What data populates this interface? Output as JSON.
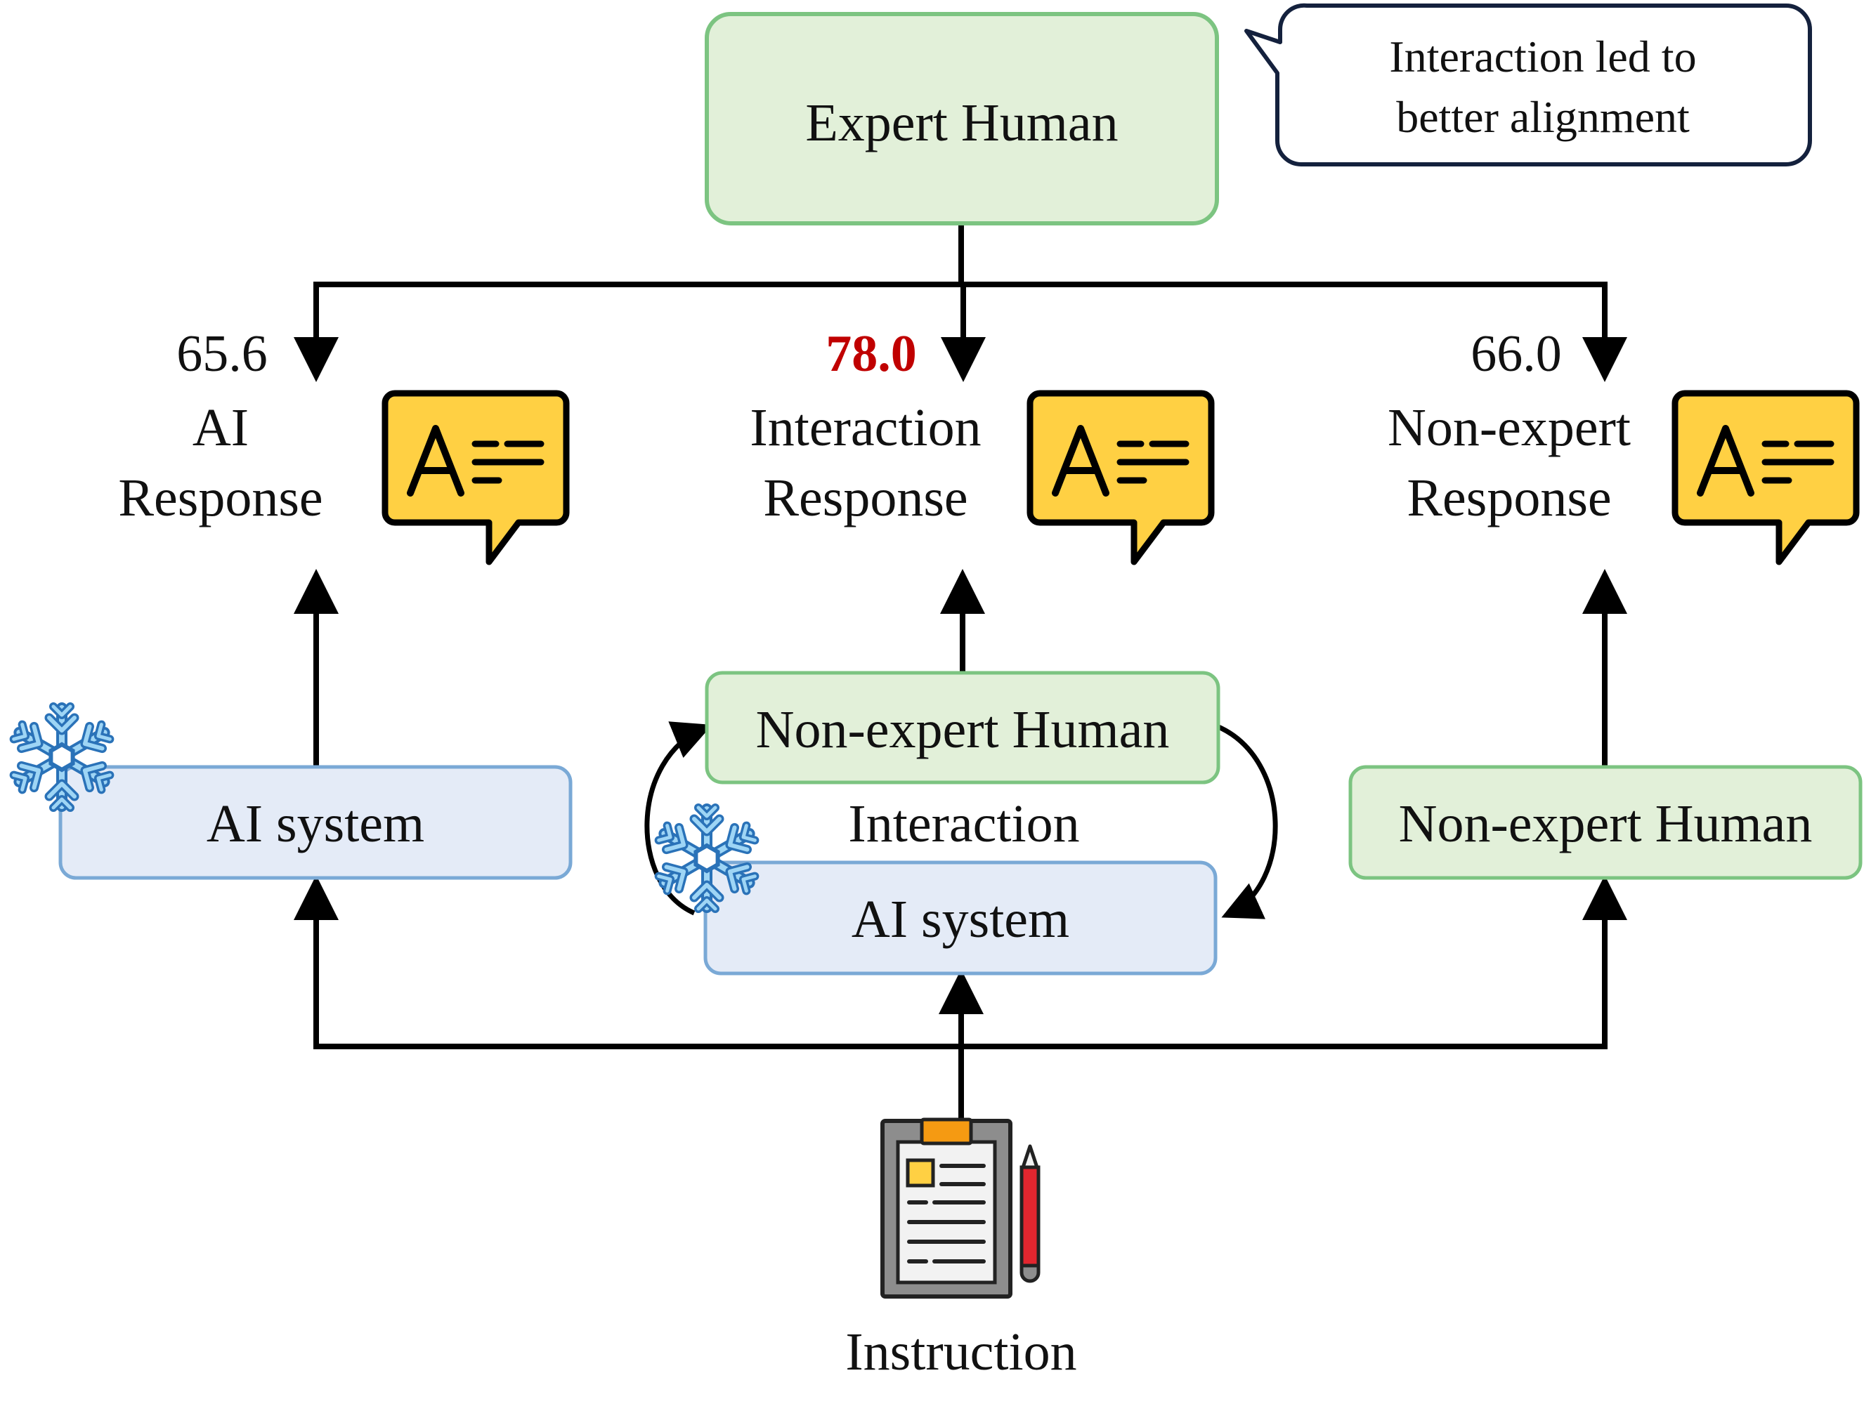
{
  "expert": {
    "label": "Expert Human"
  },
  "callout": {
    "line1": "Interaction led to",
    "line2": "better alignment"
  },
  "responses": [
    {
      "score": "65.6",
      "line1": "AI",
      "line2": "Response",
      "highlight": false
    },
    {
      "score": "78.0",
      "line1": "Interaction",
      "line2": "Response",
      "highlight": true
    },
    {
      "score": "66.0",
      "line1": "Non-expert",
      "line2": "Response",
      "highlight": false
    }
  ],
  "systems": {
    "left": "AI system",
    "middle_top": "Non-expert Human",
    "middle_label": "Interaction",
    "middle_bottom": "AI system",
    "right": "Non-expert Human"
  },
  "instruction": {
    "label": "Instruction"
  },
  "colors": {
    "green_fill": "#e2f0d9",
    "green_stroke": "#7cc481",
    "blue_fill": "#e4ebf7",
    "blue_stroke": "#7aa9d6",
    "highlight": "#c00000",
    "bubble_fill": "#ffd043",
    "snowflake": "#9ed5f5",
    "snowflake_stroke": "#2a72b8",
    "clipboard_body": "#8d8d8d",
    "clipboard_paper": "#f2f2f2",
    "clipboard_clip": "#f59a12",
    "pencil": "#e3262f"
  },
  "icons": {
    "response": "chat-bubble-text-icon",
    "frozen": "snowflake-icon",
    "instruction": "clipboard-pencil-icon"
  }
}
